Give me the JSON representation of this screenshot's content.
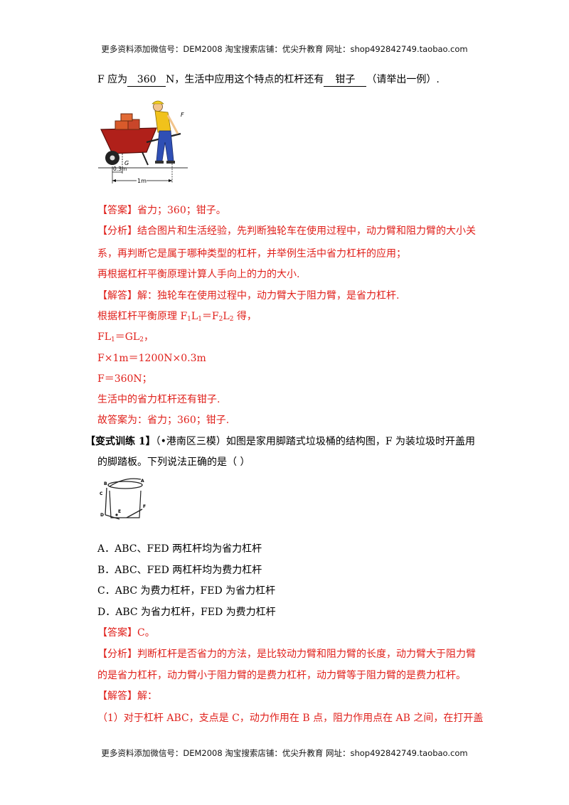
{
  "header_text": "更多资料添加微信号：DEM2008    淘宝搜索店铺：优尖升教育  网址：shop492842749.taobao.com",
  "footer_text": "更多资料添加微信号：DEM2008    淘宝搜索店铺：优尖升教育  网址：shop492842749.taobao.com",
  "q_line": {
    "pre": "F 应为",
    "blank1": "360",
    "mid": "N，生活中应用这个特点的杠杆还有",
    "blank2": "钳子",
    "post": "（请举出一例）."
  },
  "fig1": {
    "label_F": "F",
    "label_G": "G",
    "label_03m": "0.3m",
    "label_1m": "1m"
  },
  "answer1": {
    "tag": "【答案】",
    "text": "省力；360；钳子。"
  },
  "analysis1": {
    "tag": "【分析】",
    "line1": "结合图片和生活经验，先判断独轮车在使用过程中，动力臂和阻力臂的大小关",
    "line2": "系，再判断它是属于哪种类型的杠杆，并举例生活中省力杠杆的应用；",
    "line3": "再根据杠杆平衡原理计算人手向上的力的大小."
  },
  "solution1": {
    "tag": "【解答】",
    "line1": "解：独轮车在使用过程中，动力臂大于阻力臂，是省力杠杆.",
    "line2_pre": "根据杠杆平衡原理 F",
    "line2_s1": "1",
    "line2_m1": "L",
    "line2_s2": "1",
    "line2_m2": "＝F",
    "line2_s3": "2",
    "line2_m3": "L",
    "line2_s4": "2",
    "line2_post": " 得，",
    "line3_pre": "FL",
    "line3_s1": "1",
    "line3_mid": "＝GL",
    "line3_s2": "2",
    "line3_post": "，",
    "line4": "F×1m＝1200N×0.3m",
    "line5": "F＝360N；",
    "line6": "生活中的省力杠杆还有钳子.",
    "line7": "故答案为：省力；360；钳子."
  },
  "variant1": {
    "tag": "【变式训练 1】",
    "line1": "（•港南区三模）如图是家用脚踏式垃圾桶的结构图，F 为装垃圾时开盖用",
    "line2": "的脚踏板。下列说法正确的是（        ）"
  },
  "fig2": {
    "A": "A",
    "B": "B",
    "C": "C",
    "D": "D",
    "E": "E",
    "F": "F"
  },
  "options": [
    "A．ABC、FED 两杠杆均为省力杠杆",
    "B．ABC、FED 两杠杆均为费力杠杆",
    "C．ABC 为费力杠杆，FED 为省力杠杆",
    "D．ABC 为省力杠杆，FED 为费力杠杆"
  ],
  "answer2": {
    "tag": "【答案】",
    "text": "C。"
  },
  "analysis2": {
    "tag": "【分析】",
    "line1": "判断杠杆是否省力的方法，是比较动力臂和阻力臂的长度，动力臂大于阻力臂",
    "line2": "的是省力杠杆，动力臂小于阻力臂的是费力杠杆，动力臂等于阻力臂的是费力杠杆。"
  },
  "solution2": {
    "tag": "【解答】",
    "text": "解：",
    "line1": "（1）对于杠杆 ABC，支点是 C，动力作用在 B 点，阻力作用点在 AB 之间，在打开盖"
  }
}
